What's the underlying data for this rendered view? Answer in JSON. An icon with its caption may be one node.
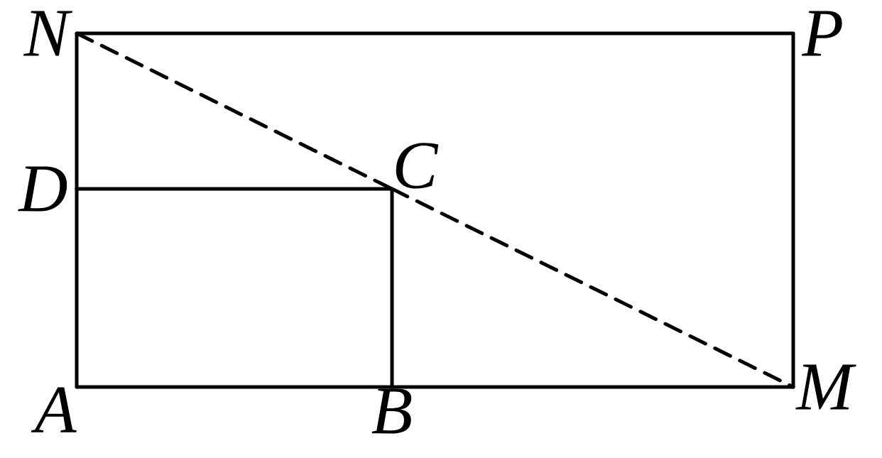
{
  "diagram": {
    "nodes": [
      {
        "text": [
          "N"
        ]
      },
      {
        "text": [
          "P"
        ]
      },
      {
        "text": [
          "C"
        ]
      },
      {
        "text": [
          "D"
        ]
      },
      {
        "text": [
          "A"
        ]
      },
      {
        "text": [
          "B"
        ]
      },
      {
        "text": [
          "M"
        ]
      }
    ],
    "edges": [
      {
        "from": 0,
        "to": 1,
        "arrow": "none"
      },
      {
        "from": 1,
        "to": 6,
        "arrow": "none"
      },
      {
        "from": 6,
        "to": 5,
        "arrow": "none"
      },
      {
        "from": 5,
        "to": 4,
        "arrow": "none"
      },
      {
        "from": 4,
        "to": 3,
        "arrow": "none"
      },
      {
        "from": 3,
        "to": 0,
        "arrow": "none"
      },
      {
        "from": 3,
        "to": 2,
        "arrow": "none"
      },
      {
        "from": 2,
        "to": 5,
        "arrow": "none"
      },
      {
        "from": 0,
        "to": 2,
        "arrow": "none",
        "style": "dashed"
      },
      {
        "from": 2,
        "to": 6,
        "arrow": "none",
        "style": "dashed"
      }
    ]
  }
}
